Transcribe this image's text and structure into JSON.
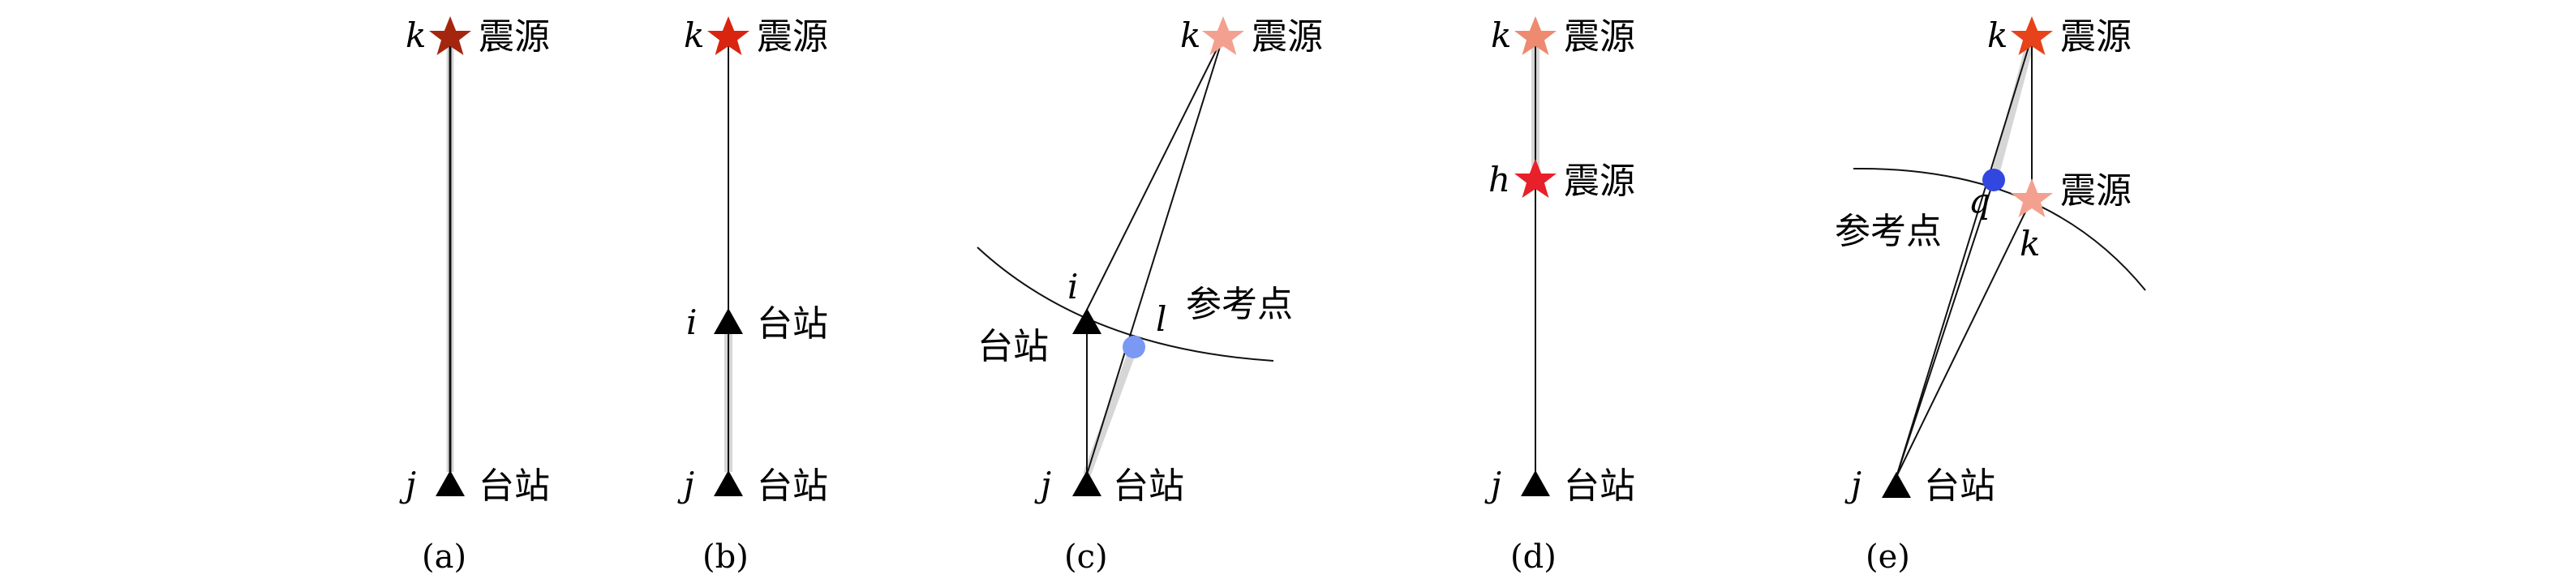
{
  "labels": {
    "source": "震源",
    "station": "台站",
    "reference_point": "参考点",
    "k": "k",
    "j": "j",
    "i": "i",
    "h": "h",
    "l": "l",
    "q": "q"
  },
  "panels": [
    {
      "id": "a",
      "caption": "(a)"
    },
    {
      "id": "b",
      "caption": "(b)"
    },
    {
      "id": "c",
      "caption": "(c)"
    },
    {
      "id": "d",
      "caption": "(d)"
    },
    {
      "id": "e",
      "caption": "(e)"
    }
  ],
  "colors": {
    "star_a": "#A5260F",
    "star_b": "#D9250F",
    "star_c": "#F4A090",
    "star_d_top": "#EE8A70",
    "star_d_mid": "#E8202A",
    "star_e_top": "#E8421A",
    "star_e_mid": "#F4A090",
    "ref_point_c": "#7B98F4",
    "ref_point_e": "#3246E0",
    "line": "#111111",
    "glow": "#BBBBBB"
  }
}
